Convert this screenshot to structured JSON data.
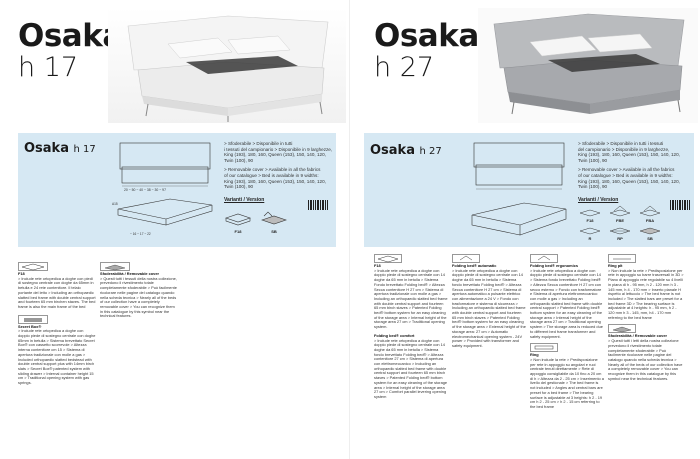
{
  "left": {
    "model": "Osaka",
    "height": "h 17",
    "panel": {
      "title_model": "Osaka",
      "title_height": "h 17",
      "tech_lines": [
        "> Sfoderabile > Disponibile in tutti",
        "i tessuti del campionario > Disponibile in 9 larghezze,",
        "King (193), 180, 160, Queen (153), 150, 140, 120,",
        "Twin (100), 90",
        "",
        "> Removable cover > Available in all the fabrics",
        "of our catalogue > Bed is available in 9 widths:",
        "King (193), 180, 160, Queen (153), 150, 140, 120,",
        "Twin (100), 90"
      ],
      "variants_label": "Varianti / Version",
      "icons": [
        {
          "label": "F18",
          "name": "f18-icon"
        },
        {
          "label": "SB",
          "name": "sb-icon"
        }
      ],
      "dims_top": "20 ~ 50 ~ 40 ~ 38 ~ 30 ~ 97",
      "dims_bottom": "~ 16 ~ 17 ~ 22",
      "dims_left": "A15"
    },
    "columns": [
      {
        "heading": "F18",
        "body": "> Include rete ortopedica a doghe con piedi di sostegno centrale con doghe da 65mm in betulla e 24 rete contenitore. Il telaio portante del letto > Including an orthopaedic slatted bed frame with double central support and fourteen 65 mm birchen staves. The bed frame is also the main frame of the bed",
        "heading2": "Secret Box®",
        "body2": "> Include rete ortopedica a doghe con doppio piede di sostegno centrale con doghe 65mm in betulla > Sistema brevettato Secret Box® con cassetto scorrevole > Altezza interna contenitore cm 15 > Sistema di apertura tradizionale con molle a gas > Included orthopaedic slatted bedstead with double central support plus with 14mm birch slats > Secret Box® patented system with sliding drawer > Internal container height 15 cm > Traditional opening system with gas springs."
      },
      {
        "heading": "SB",
        "heading_sub": "Sfoderabilità / Removable cover",
        "body": "> Questi tutti i tessuti della nostra collezione, prevedono il rivestimento totale completamente sfoderabile > Può facilmente ricolorare nelle pagine del catalogo quando nella scheda tecnica > Nearly all of the beds of our collection have a completely removable cover > You can recognize them in this catalogue by this symbol near the technical features."
      }
    ]
  },
  "right": {
    "model": "Osaka",
    "height": "h 27",
    "panel": {
      "title_model": "Osaka",
      "title_height": "h 27",
      "tech_lines": [
        "> Sfoderabile > Disponibile in tutti i tessuti",
        "del campionario > Disponibile in 9 larghezze,",
        "King (193), 180, 160, Queen (153), 150, 140, 120,",
        "Twin (100), 90",
        "",
        "> Removable cover > Available in all the fabrics",
        "of our catalogue > Bed is available in 9 widths:",
        "King (193), 180, 160, Queen (153), 150, 140, 120,",
        "Twin (100), 90"
      ],
      "variants_label": "Varianti / Version",
      "icons": [
        {
          "label": "F18",
          "name": "f18-icon"
        },
        {
          "label": "FBE",
          "name": "fbe-icon"
        },
        {
          "label": "FBA",
          "name": "fba-icon"
        },
        {
          "label": "R",
          "name": "r-icon"
        },
        {
          "label": "RP",
          "name": "rp-icon"
        },
        {
          "label": "SB",
          "name": "sb-icon"
        }
      ]
    },
    "columns": [
      {
        "heading": "F18",
        "body": "> Include rete ortopedica a doghe con doppio piede di sostegno centrale con 14 doghe da 65 mm in betulla > Sistema Fondo brevettato Folding bed® > Altezza Secca contenitore H 27 cm > Sistema di apertura tradizionale con molle a gas > Including an orthopaedic slatted bed frame with double central support and fourteen 65 mm birch staves > Patented Folding bed® bottom system for an easy cleaning of the storage area > Internal height of the storage area 27 cm > Traditional opening system.",
        "heading2": "Folding bed® comfort",
        "body2": "> Include rete ortopedica a doghe con doppio piede di sostegno centrale con 14 doghe da 65 mm in betulla > Sistema fondo brevettato Folding bed® > Altezza contenitore 27 cm > Sistema di apertura con elettromeccanico > Including an orthopaedic slatted bed frame with double central support and fourteen 65 mm birch staves > Patented Folding bed® bottom system for an easy cleaning of the storage area > Internal height of the storage area 27 cm > Comfort parallel levering opening system"
      },
      {
        "heading": "FBE",
        "heading_sub": "Folding bed® automatic",
        "body": "> Include rete ortopedica a doghe con doppio piede di sostegno centrale con 14 doghe da 65 mm in betulla > Sistema fondo brevettato Folding bed® > Altezza Secca contenitore H 27 cm > Sistema di apertura automatico a pulsante elettrico con alimentazione a 24 V > Fondo con trasformatore e sistema di sicurezza > Including an orthopaedic slatted bed frame with double central support and fourteen 65 mm birch staves > Patented Folding bed® bottom system for an easy cleaning of the storage area > External height of the storage area: 27 cm > Automatic electromechanical opening system - 24V power > Provided with transformer and safety equipment."
      },
      {
        "heading": "FBA",
        "heading_sub": "Folding bed® ergonomics",
        "body": "> Include rete ortopedica a doghe con doppio piede di sostegno centrale con 14 > Sistema fondo brevettato Folding bed® > Altezza Secca contenitore H 27 cm con secco esterno > Fondo con trasformatore e Sistema di apertura elettromeccanico con molle a gas > Including an orthopaedic slatted bed frame with double central support > Patented Folding bed® bottom system for an easy cleaning of the storage area > Internal height of the storage area 27 cm > Traditional opening system > The storage area is reduced due to different bed frame transformer and safety equipment.",
        "heading2": "Ring",
        "body2": "> Non include la rete > Predisposizione per rete in appoggio su angolari e ruoi centrale tenuti direttamente > Rete di appoggio consigliabile da 10 fino a 20 cm di h > Altezza da 2 - 25 cm > Inserimento a livello del gestionale > The bed frame is not included > Angles and central bars are preset for a bed frame > The bearing surface is adjustable at 3 heights: h 2 - 19 cm h 2 - 25 cm > h 2 - 15 cm referring to the bed frame"
      },
      {
        "heading": "RP",
        "heading_sub": "Ring plt",
        "body": "> Non include la rete > Predisposizione per rete in appoggio su barre trasversali in 3D > Piano di appoggio rete regolabile su 4 livelli in piana di h - 95 mm, h 2 - 120 mm h 3 - 145 mm, h 4 - 170 mm > Inserto pianale H rispetto al lettuccio > The bed frame is not included > The slatted bars are preset for a bed frame 3D > The bearing surface is adjustable at 4 heights: h - 95 mm, h 2 - 120 mm h 3 - 145, mm, h4 - 170 mm referring to the bed frame",
        "heading2": "SB",
        "heading2_sub": "Sfoderabilità / Removable cover",
        "body2": "> Questi tutti i letti della nostra collezione prevedono il rivestimento totale completamente sfoderabile > Può facilmente ricolorare nelle pagine del catalogo quando nella scheda tecnica > Nearly all of the beds of our collection have a completely removable cover > You can recognize them in this catalogue by this symbol near the technical features."
      }
    ]
  }
}
